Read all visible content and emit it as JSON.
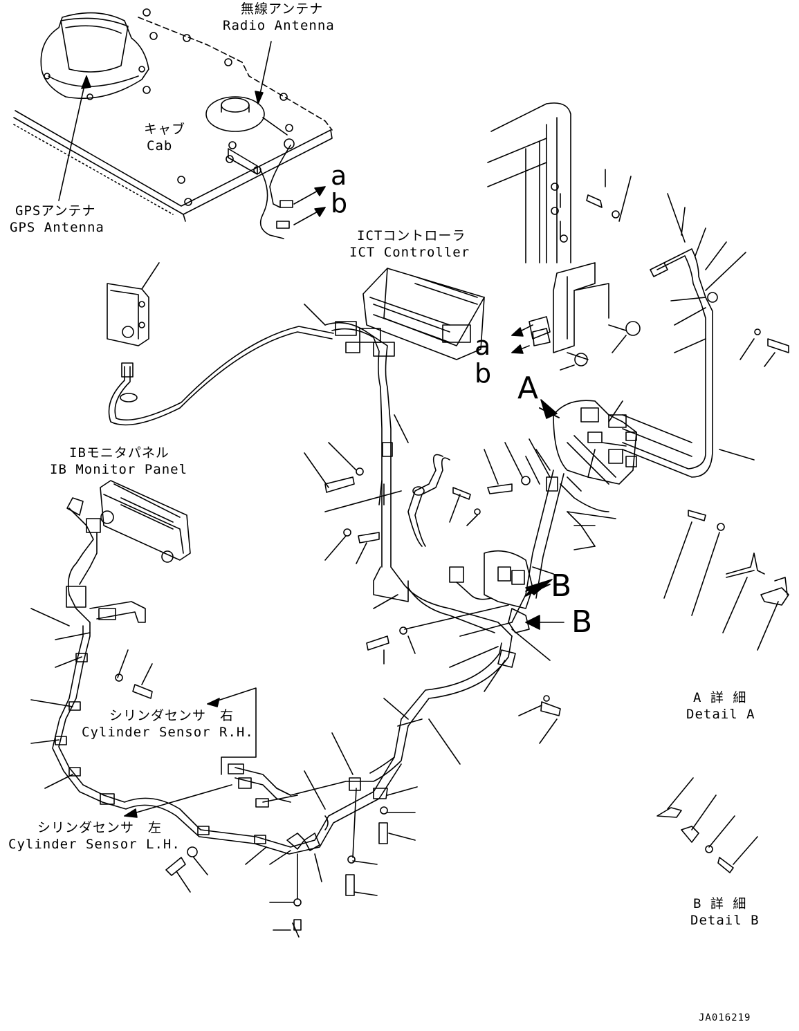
{
  "labels": {
    "radio_antenna_jp": "無線アンテナ",
    "radio_antenna_en": "Radio Antenna",
    "cab_jp": "キャブ",
    "cab_en": "Cab",
    "gps_antenna_jp": "GPSアンテナ",
    "gps_antenna_en": "GPS Antenna",
    "ict_controller_jp": "ICTコントローラ",
    "ict_controller_en": "ICT Controller",
    "monitor_panel_jp": "IBモニタパネル",
    "monitor_panel_en": "IB Monitor Panel",
    "cyl_sensor_rh_jp": "シリンダセンサ　右",
    "cyl_sensor_rh_en": "Cylinder Sensor R.H.",
    "cyl_sensor_lh_jp": "シリンダセンサ　左",
    "cyl_sensor_lh_en": "Cylinder Sensor L.H.",
    "detail_a_jp": "A 詳 細",
    "detail_a_en": "Detail A",
    "detail_b_jp": "B 詳 細",
    "detail_b_en": "Detail B"
  },
  "markers": {
    "a_top": "a",
    "b_top": "b",
    "a_mid": "a",
    "b_mid": "b",
    "A": "A",
    "B1": "B",
    "B2": "B"
  },
  "drawing_number": "JA016219"
}
